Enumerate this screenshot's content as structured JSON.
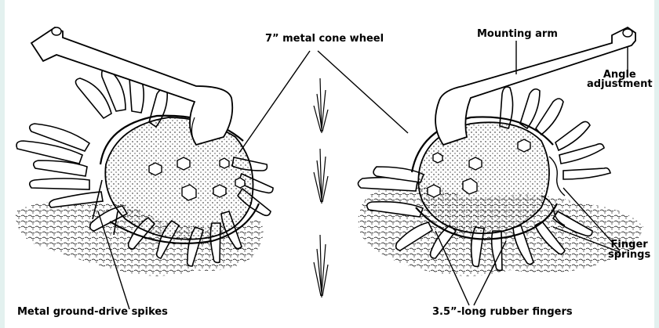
{
  "labels": {
    "cone_wheel": "7” metal cone wheel",
    "mounting_arm": "Mounting arm",
    "angle_line1": "Angle",
    "angle_line2": "adjustment",
    "finger_line1": "Finger",
    "finger_line2": "springs",
    "ground_spikes": "Metal ground-drive spikes",
    "rubber_fingers": "3.5”-long rubber fingers"
  },
  "colors": {
    "background": "#ffffff",
    "ink": "#000000",
    "edge": "#e3f1ef"
  }
}
